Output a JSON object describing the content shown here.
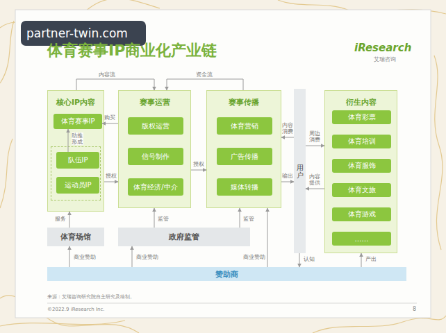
{
  "diagram": {
    "title": "体育赛事IP商业化产业链",
    "nodes": [
      {
        "text": [
          "核心IP内容"
        ]
      },
      {
        "text": [
          "体育赛事IP"
        ],
        "in": 0
      },
      {
        "text": [
          "队伍IP"
        ],
        "in": 0
      },
      {
        "text": [
          "运动员IP"
        ],
        "in": 0
      },
      {
        "text": [
          "赛事运营"
        ]
      },
      {
        "text": [
          "版权运营"
        ],
        "in": 4
      },
      {
        "text": [
          "信号制作"
        ],
        "in": 4
      },
      {
        "text": [
          "体育经济/中介"
        ],
        "in": 4
      },
      {
        "text": [
          "赛事传播"
        ]
      },
      {
        "text": [
          "体育营销"
        ],
        "in": 8
      },
      {
        "text": [
          "广告传播"
        ],
        "in": 8
      },
      {
        "text": [
          "媒体转播"
        ],
        "in": 8
      },
      {
        "text": [
          "用户"
        ]
      },
      {
        "text": [
          "衍生内容"
        ]
      },
      {
        "text": [
          "体育彩票"
        ],
        "in": 13
      },
      {
        "text": [
          "体育培训"
        ],
        "in": 13
      },
      {
        "text": [
          "体育服饰"
        ],
        "in": 13
      },
      {
        "text": [
          "体育文旅"
        ],
        "in": 13
      },
      {
        "text": [
          "体育游戏"
        ],
        "in": 13
      },
      {
        "text": [
          "……"
        ],
        "in": 13
      },
      {
        "text": [
          "体育场馆"
        ]
      },
      {
        "text": [
          "政府监管"
        ]
      },
      {
        "text": [
          "赞助商"
        ]
      }
    ],
    "edges": [
      {
        "from": 0,
        "to": 4,
        "label": "内容流",
        "arrow": "to"
      },
      {
        "from": 8,
        "to": 4,
        "label": "资金流",
        "arrow": "to"
      },
      {
        "from": 2,
        "to": 1,
        "label": "助推形成",
        "arrow": "to"
      },
      {
        "from": 4,
        "to": 1,
        "label": "购买",
        "arrow": "to"
      },
      {
        "from": 0,
        "to": 4,
        "label": "授权",
        "arrow": "to"
      },
      {
        "from": 4,
        "to": 8,
        "label": "授权",
        "arrow": "to"
      },
      {
        "from": 12,
        "to": 8,
        "label": "内容消费",
        "arrow": "to"
      },
      {
        "from": 8,
        "to": 12,
        "label": "输出",
        "arrow": "to"
      },
      {
        "from": 12,
        "to": 13,
        "label": "周边消费",
        "arrow": "to"
      },
      {
        "from": 13,
        "to": 12,
        "label": "内容提供",
        "arrow": "to"
      },
      {
        "from": 20,
        "to": 0,
        "label": "服务",
        "arrow": "to"
      },
      {
        "from": 21,
        "to": 4,
        "label": "监管",
        "arrow": "to"
      },
      {
        "from": 21,
        "to": 8,
        "label": "监管",
        "arrow": "to"
      },
      {
        "from": 22,
        "to": 20,
        "label": "商业赞助",
        "arrow": "to"
      },
      {
        "from": 22,
        "to": 21,
        "label": "商业赞助",
        "arrow": "to"
      },
      {
        "from": 22,
        "to": 8,
        "label": "商业赞助",
        "arrow": "to"
      },
      {
        "from": 12,
        "to": 22,
        "label": "认知",
        "arrow": "to"
      },
      {
        "from": 22,
        "to": 13,
        "label": "产出",
        "arrow": "to"
      }
    ],
    "labels": [
      "partner-twin.com",
      "iResearch",
      "艾瑞咨询",
      "来源：艾瑞咨询研究院自主研究及绘制。",
      "©2022.9 iResearch Inc.",
      "8"
    ]
  }
}
